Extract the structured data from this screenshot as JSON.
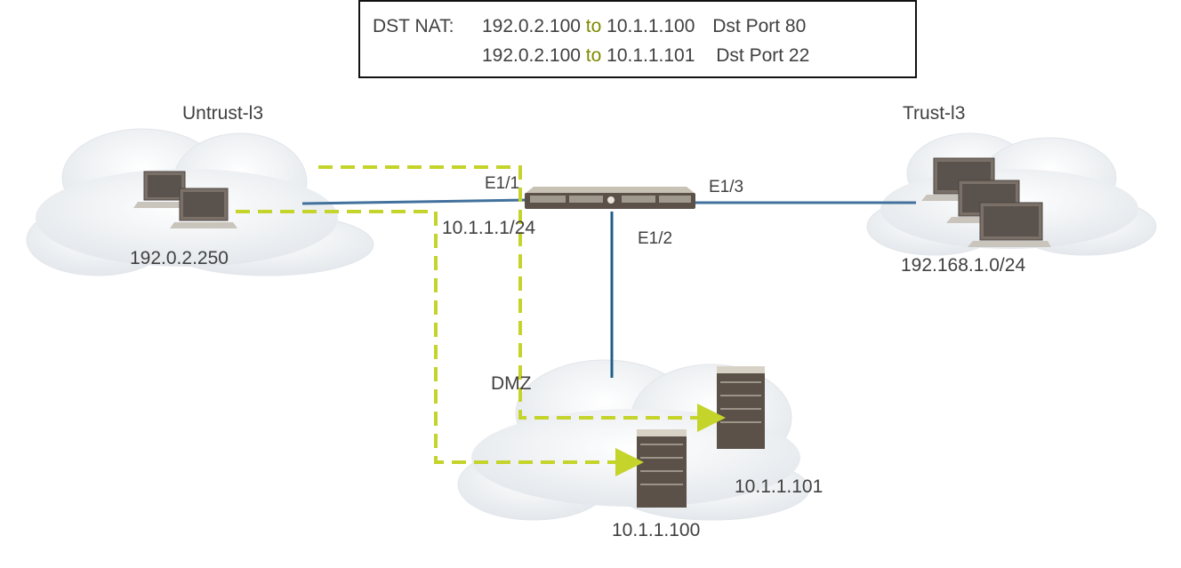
{
  "nat_box": {
    "label": "DST NAT:",
    "rules": [
      {
        "from": "192.0.2.100",
        "to_word": "to",
        "to": "10.1.1.100",
        "port": "Dst Port 80"
      },
      {
        "from": "192.0.2.100",
        "to_word": "to",
        "to": "10.1.1.101",
        "port": "Dst Port 22"
      }
    ]
  },
  "zones": {
    "untrust": {
      "label": "Untrust-l3",
      "ip": "192.0.2.250"
    },
    "trust": {
      "label": "Trust-l3",
      "ip": "192.168.1.0/24"
    },
    "dmz": {
      "label": "DMZ",
      "servers": [
        "10.1.1.100",
        "10.1.1.101"
      ]
    }
  },
  "interfaces": {
    "e11": "E1/1",
    "e11_ip": "10.1.1.1/24",
    "e12": "E1/2",
    "e13": "E1/3"
  },
  "colors": {
    "link": "#41719c",
    "flow": "#c4d42a",
    "to_text": "#7f8a00"
  }
}
